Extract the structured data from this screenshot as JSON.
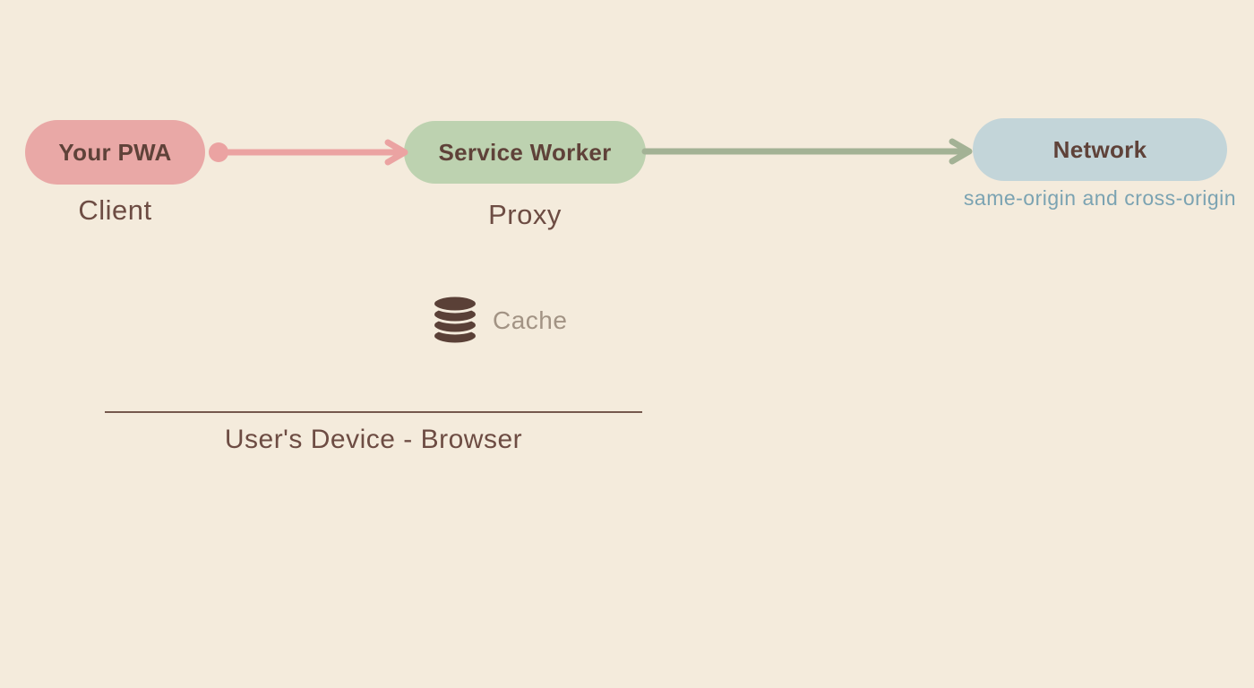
{
  "diagram": {
    "nodes": {
      "pwa": {
        "label": "Your PWA",
        "sublabel": "Client"
      },
      "service_worker": {
        "label": "Service Worker",
        "sublabel": "Proxy"
      },
      "network": {
        "label": "Network",
        "sublabel": "same-origin and cross-origin"
      }
    },
    "cache": {
      "label": "Cache",
      "icon": "database-icon"
    },
    "boundary": {
      "label": "User's Device - Browser"
    },
    "connections": [
      {
        "from": "pwa",
        "to": "service_worker",
        "style": "arrow-with-start-dot"
      },
      {
        "from": "service_worker",
        "to": "network",
        "style": "arrow"
      }
    ]
  },
  "colors": {
    "background": "#f4ebdc",
    "pwa_fill": "#e9a8a6",
    "service_worker_fill": "#bdd2b0",
    "network_fill": "#c3d5d9",
    "title_text": "#5f4239",
    "label_text": "#6d4c43",
    "network_sublabel": "#7ba3b2",
    "cache_icon": "#5a4037",
    "cache_label": "#a29384",
    "boundary_line": "#75584d",
    "pink_arrow": "#eba3a2",
    "green_arrow": "#a3b295"
  }
}
